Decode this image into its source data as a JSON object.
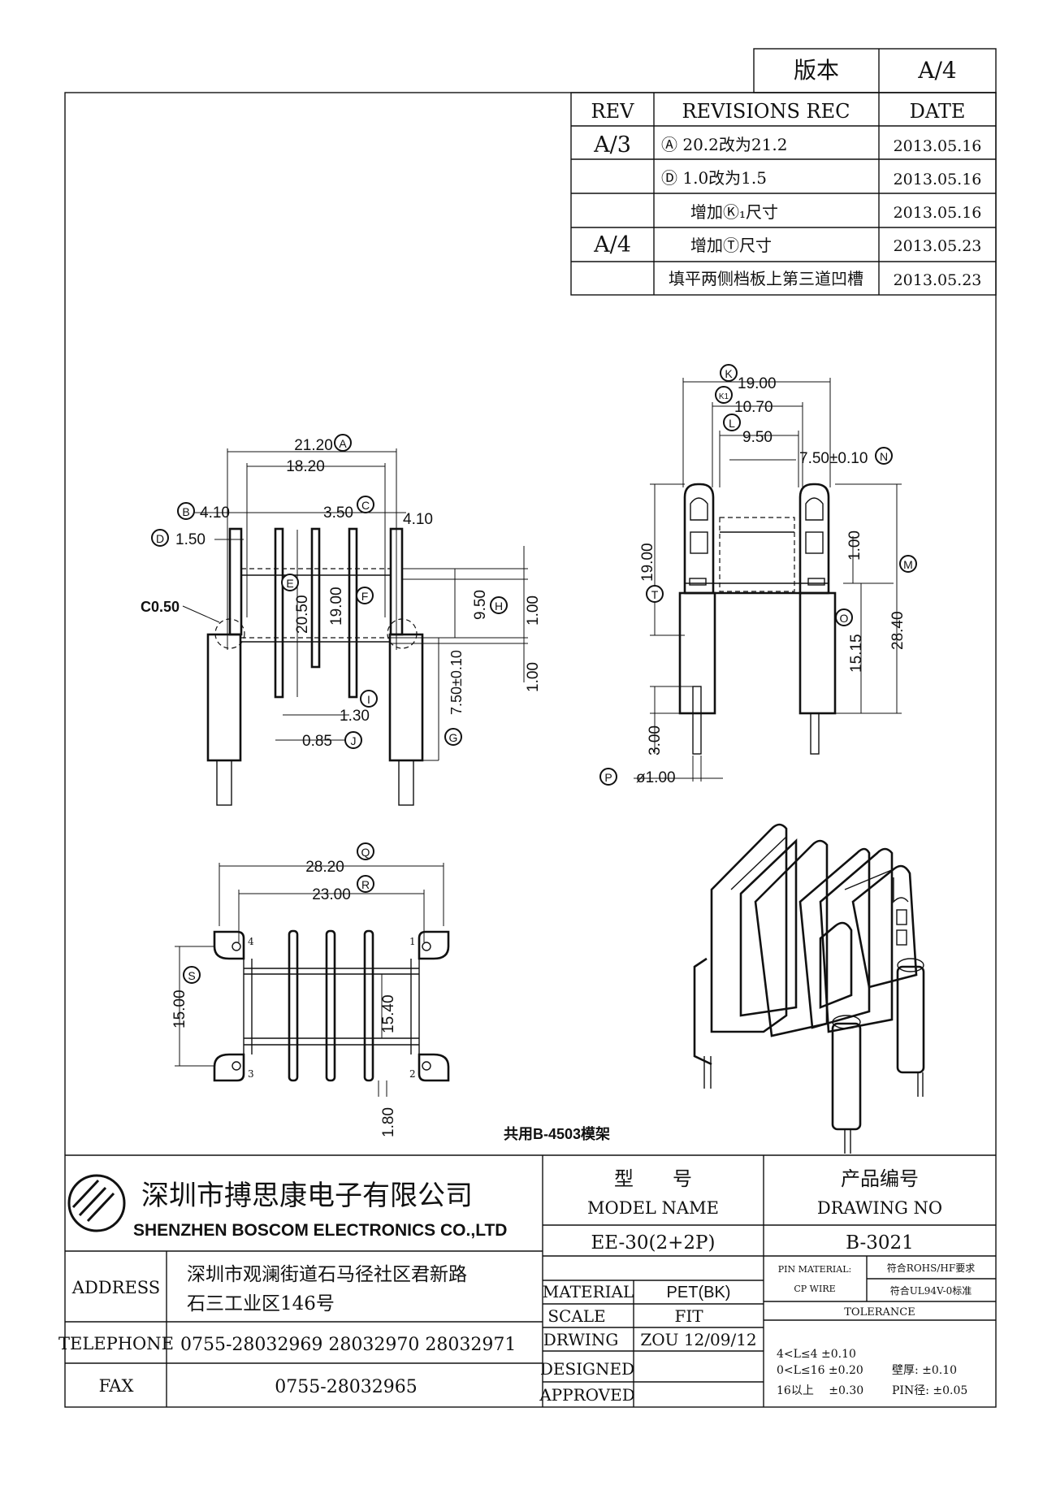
{
  "version": {
    "label": "版本",
    "value": "A/4"
  },
  "revisions": {
    "headers": [
      "REV",
      "REVISIONS REC",
      "DATE"
    ],
    "rows": [
      {
        "rev": "A/3",
        "note": "Ⓐ 20.2改为21.2",
        "date": "2013.05.16"
      },
      {
        "rev": "",
        "note": "Ⓓ 1.0改为1.5",
        "date": "2013.05.16"
      },
      {
        "rev": "",
        "note": "增加Ⓚ₁尺寸",
        "date": "2013.05.16"
      },
      {
        "rev": "A/4",
        "note": "增加Ⓣ尺寸",
        "date": "2013.05.23"
      },
      {
        "rev": "",
        "note": "填平两侧档板上第三道凹槽",
        "date": "2013.05.23"
      }
    ]
  },
  "front_view": {
    "dims": {
      "A": "21.20",
      "A_bubble": "A",
      "inner": "18.20",
      "B": "4.10",
      "B_bubble": "B",
      "C": "3.50",
      "C_bubble": "C",
      "C_right": "4.10",
      "D": "1.50",
      "D_bubble": "D",
      "chamfer": "C0.50",
      "E": "20.50",
      "E_bubble": "E",
      "F": "19.00",
      "F_bubble": "F",
      "H": "9.50",
      "H_bubble": "H",
      "side_top": "1.00",
      "side_bottom": "1.00",
      "G": "7.50±0.10",
      "G_bubble": "G",
      "I": "1.30",
      "I_bubble": "I",
      "J": "0.85",
      "J_bubble": "J"
    }
  },
  "side_view": {
    "dims": {
      "K": "19.00",
      "K_bubble": "K",
      "K1": "10.70",
      "K1_bubble": "K1",
      "L": "9.50",
      "L_bubble": "L",
      "N": "7.50±0.10",
      "N_bubble": "N",
      "T": "19.00",
      "T_bubble": "T",
      "top_gap": "1.00",
      "M": "28.40",
      "M_bubble": "M",
      "O": "15.15",
      "O_bubble": "O",
      "pin_len": "3.00",
      "P": "ø1.00",
      "P_bubble": "P"
    }
  },
  "bottom_view": {
    "dims": {
      "Q": "28.20",
      "Q_bubble": "Q",
      "R": "23.00",
      "R_bubble": "R",
      "S": "15.00",
      "S_bubble": "S",
      "inner_h": "15.40",
      "slot": "1.80"
    },
    "pins": [
      "1",
      "2",
      "3",
      "4"
    ]
  },
  "shared_mold_note": "共用B-4503模架",
  "title_block": {
    "company_cn": "深圳市搏思康电子有限公司",
    "company_en": "SHENZHEN BOSCOM ELECTRONICS CO.,LTD",
    "address_label": "ADDRESS",
    "address_line1": "深圳市观澜街道石马径社区君新路",
    "address_line2": "石三工业区146号",
    "telephone_label": "TELEPHONE",
    "telephone": "0755-28032969 28032970 28032971",
    "fax_label": "FAX",
    "fax": "0755-28032965",
    "model_label_cn": "型　　号",
    "model_label_en": "MODEL NAME",
    "model_value": "EE-30(2+2P)",
    "drawing_label_cn": "产品编号",
    "drawing_label_en": "DRAWING NO",
    "drawing_value": "B-3021",
    "material_label": "MATERIAL",
    "material_value": "PET(BK)",
    "scale_label": "SCALE",
    "scale_value": "FIT",
    "drwing_label": "DRWING",
    "drwing_value": "ZOU 12/09/12",
    "designed_label": "DESIGNED",
    "approved_label": "APPROVED",
    "pin_material_label": "PIN MATERIAL:",
    "pin_material_value": "CP WIRE",
    "rohs": "符合ROHS/HF要求",
    "ul": "符合UL94V-0标准",
    "tolerance_label": "TOLERANCE",
    "tol1": "4<L≤4 ±0.10",
    "tol2": "0<L≤16 ±0.20",
    "tol3": "16以上　 ±0.30",
    "wall": "壁厚: ±0.10",
    "pin_dia": "PIN径: ±0.05"
  }
}
